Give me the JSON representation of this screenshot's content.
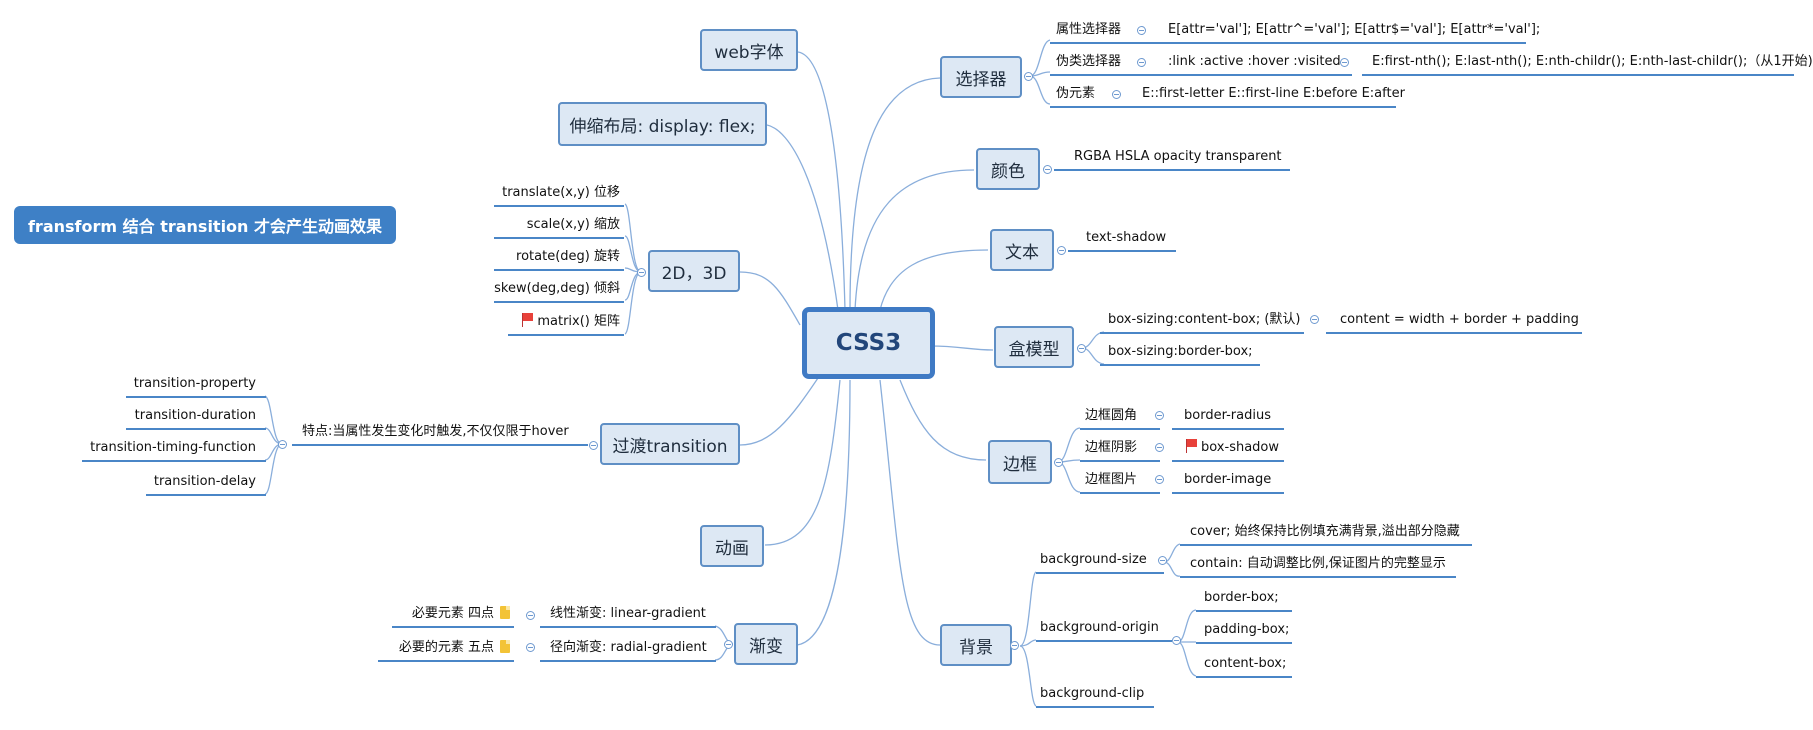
{
  "root": "CSS3",
  "banner": "fransform 结合 transition 才会产生动画效果",
  "left": {
    "web_fonts": "web字体",
    "flex": "伸缩布局: display: flex;",
    "transform": {
      "label": "2D，3D",
      "items": [
        "translate(x,y) 位移",
        "scale(x,y) 缩放",
        "rotate(deg) 旋转",
        "skew(deg,deg) 倾斜",
        "matrix() 矩阵"
      ]
    },
    "transition": {
      "label": "过渡transition",
      "feature": "特点:当属性发生变化时触发,不仅仅限于hover",
      "items": [
        "transition-property",
        "transition-duration",
        "transition-timing-function",
        "transition-delay"
      ]
    },
    "animation": "动画",
    "gradient": {
      "label": "渐变",
      "linear": "线性渐变: linear-gradient",
      "linear_note": "必要元素 四点",
      "radial": "径向渐变: radial-gradient",
      "radial_note": "必要的元素 五点"
    }
  },
  "right": {
    "selectors": {
      "label": "选择器",
      "attr": "属性选择器",
      "attr_detail": "E[attr='val']; E[attr^='val']; E[attr$='val']; E[attr*='val'];",
      "pseudo_class": "伪类选择器",
      "pseudo_class_detail": ":link :active :hover :visited",
      "pseudo_class_more": "E:first-nth(); E:last-nth(); E:nth-childr(); E:nth-last-childr();（从1开始)",
      "pseudo_element": "伪元素",
      "pseudo_element_detail": "E::first-letter E::first-line E:before E:after"
    },
    "color": {
      "label": "颜色",
      "detail": "RGBA  HSLA opacity transparent"
    },
    "text": {
      "label": "文本",
      "detail": "text-shadow"
    },
    "box_model": {
      "label": "盒模型",
      "content_box": "box-sizing:content-box; (默认)",
      "content_formula": "content = width + border + padding",
      "border_box": "box-sizing:border-box;"
    },
    "border": {
      "label": "边框",
      "radius": "边框圆角",
      "radius_value": "border-radius",
      "shadow": "边框阴影",
      "shadow_value": "box-shadow",
      "image": "边框图片",
      "image_value": "border-image"
    },
    "background": {
      "label": "背景",
      "size": "background-size",
      "size_cover": "cover; 始终保持比例填充满背景,溢出部分隐藏",
      "size_contain": "contain: 自动调整比例,保证图片的完整显示",
      "origin": "background-origin",
      "origin_items": [
        "border-box;",
        "padding-box;",
        "content-box;"
      ],
      "clip": "background-clip"
    }
  }
}
